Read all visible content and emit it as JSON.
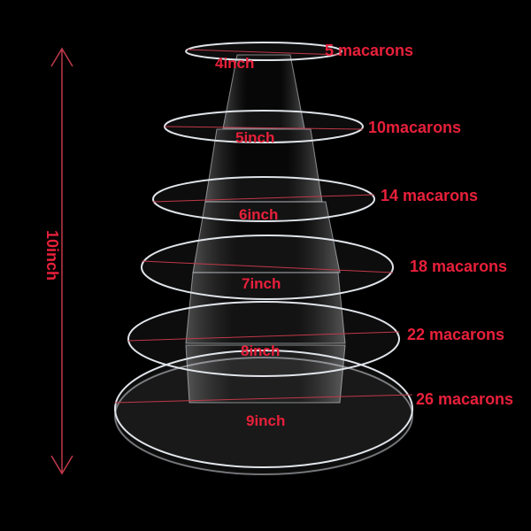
{
  "colors": {
    "background": "#000000",
    "label": "#e8203a",
    "arrow": "#c0394a",
    "acrylic": "#d8dde4"
  },
  "height_label": "10inch",
  "tiers": [
    {
      "size": "4inch",
      "capacity": "5 macarons"
    },
    {
      "size": "5inch",
      "capacity": "10macarons"
    },
    {
      "size": "6inch",
      "capacity": "14 macarons"
    },
    {
      "size": "7inch",
      "capacity": "18 macarons"
    },
    {
      "size": "8inch",
      "capacity": "22 macarons"
    },
    {
      "size": "9inch",
      "capacity": "26 macarons"
    }
  ]
}
